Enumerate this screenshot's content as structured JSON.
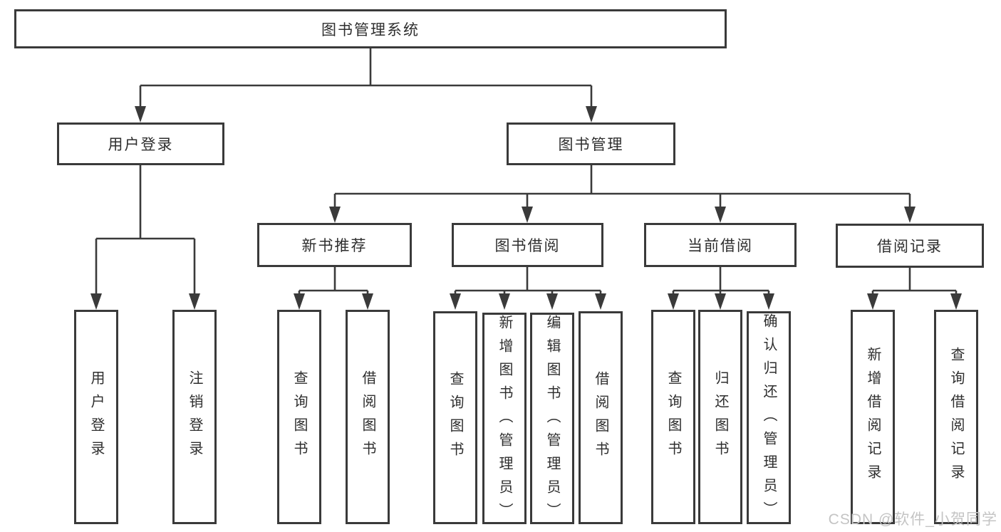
{
  "diagram": {
    "root": {
      "label": "图书管理系统"
    },
    "branches": [
      {
        "label": "用户登录",
        "children": [
          {
            "label": "用户登录"
          },
          {
            "label": "注销登录"
          }
        ]
      },
      {
        "label": "图书管理",
        "children": [
          {
            "label": "新书推荐",
            "children": [
              {
                "label": "查询图书"
              },
              {
                "label": "借阅图书"
              }
            ]
          },
          {
            "label": "图书借阅",
            "children": [
              {
                "label": "查询图书"
              },
              {
                "label": "新增图书（管理员）"
              },
              {
                "label": "编辑图书（管理员）"
              },
              {
                "label": "借阅图书"
              }
            ]
          },
          {
            "label": "当前借阅",
            "children": [
              {
                "label": "查询图书"
              },
              {
                "label": "归还图书"
              },
              {
                "label": "确认归还（管理员）"
              }
            ]
          },
          {
            "label": "借阅记录",
            "children": [
              {
                "label": "新增借阅记录"
              },
              {
                "label": "查询借阅记录"
              }
            ]
          }
        ]
      }
    ]
  },
  "watermark": {
    "text": "CSDN @软件_小贺同学"
  },
  "colors": {
    "line": "#3a3a3a",
    "text": "#2e2e2e",
    "watermark": "#c4c4c4",
    "background": "#ffffff"
  }
}
